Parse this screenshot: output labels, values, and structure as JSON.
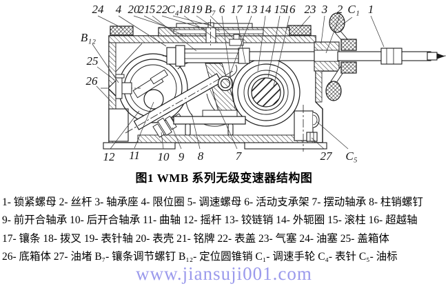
{
  "figure": {
    "caption": "图1 WMB 系列无级变速器结构图"
  },
  "legend": {
    "lines": [
      "1- 锁紧螺母 2- 丝杆 3- 轴承座 4- 限位圈 5- 调速螺母 6- 活动支承架 7- 摆动轴承 8- 柱销螺钉",
      "9- 前开合轴承 10- 后开合轴承 11- 曲轴 12- 摇杆 13- 铰链销 14- 外轭圈 15- 滚柱 16- 超越轴",
      "17- 镶条 18- 拨叉 19- 表针轴 20- 表壳 21- 铭牌 22- 表盖 23- 气塞 24- 油塞 25- 盖箱体",
      "26- 底箱体 27- 油堵 B₇- 镶条调节螺钉 B₁₂- 定位圆锥销 C₁- 调速手轮  C₄- 表针 C₅- 油标"
    ]
  },
  "watermark": {
    "text": "www.jiansuji001.com",
    "color": "#9b9aec"
  },
  "colors": {
    "line": "#1b1b1b",
    "watermark": "#9b9aec"
  },
  "drawing": {
    "top_labels": [
      "24",
      "4",
      "20",
      "21",
      "5",
      "22",
      "C₄",
      "18",
      "19",
      "B₇",
      "6",
      "17",
      "13",
      "14",
      "15",
      "16",
      "23",
      "3",
      "2",
      "C₁",
      "1"
    ],
    "left_labels": [
      "B₁₂",
      "25",
      "26"
    ],
    "bottom_labels": [
      "12",
      "11",
      "10",
      "9",
      "8",
      "7",
      "27",
      "C₅"
    ]
  }
}
